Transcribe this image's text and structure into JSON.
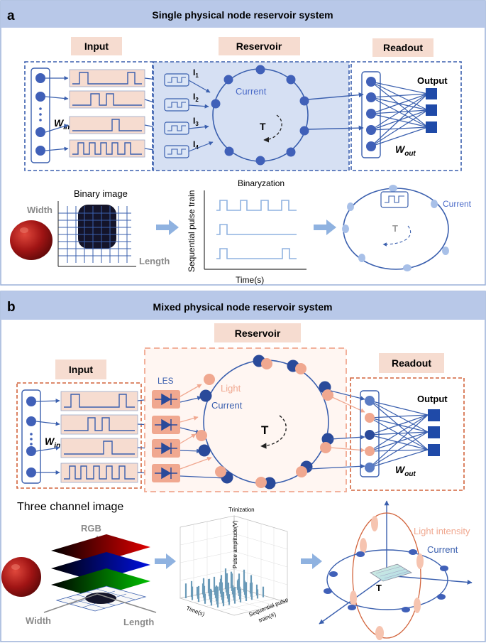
{
  "panel_a": {
    "letter": "a",
    "title": "Single physical node reservoir system",
    "input_label": "Input",
    "reservoir_label": "Reservoir",
    "readout_label": "Readout",
    "win_main": "W",
    "win_sub": "in",
    "currents": [
      {
        "main": "I",
        "sub": "1"
      },
      {
        "main": "I",
        "sub": "2"
      },
      {
        "main": "I",
        "sub": "3"
      },
      {
        "main": "I",
        "sub": "4"
      }
    ],
    "current_label": "Current",
    "t_label": "T",
    "output_label": "Output",
    "wout_main": "W",
    "wout_sub": "out",
    "binary_image_label": "Binary image",
    "width_label": "Width",
    "length_label": "Length",
    "binaryzation_label": "Binaryzation",
    "sequential_label": "Sequential pulse train",
    "time_label": "Time(s)",
    "current_label_2": "Current",
    "t_label_2": "T"
  },
  "panel_b": {
    "letter": "b",
    "title": "Mixed physical node reservoir system",
    "reservoir_label": "Reservoir",
    "input_label": "Input",
    "readout_label": "Readout",
    "les_label": "LES",
    "light_label": "Light",
    "current_label": "Current",
    "t_label": "T",
    "win_main": "W",
    "win_sub": "in",
    "output_label": "Output",
    "wout_main": "W",
    "wout_sub": "out",
    "three_channel_label": "Three channel image",
    "rgb_label": "RGB",
    "width_label": "Width",
    "length_label": "Length",
    "trinization_label": "Trinization",
    "pulse_amp_label": "Pulse amplitude(V)",
    "time_label": "Time(s)",
    "seq_label_1": "Sequential pulse",
    "seq_label_2": "train(#)",
    "light_intensity_label": "Light intensity",
    "current_label_2": "Current",
    "t_label_2": "T"
  },
  "colors": {
    "header_bg": "#b8c8e8",
    "blue": "#3a5fae",
    "node_blue": "#4060b8",
    "dark_navy": "#1f3c8a",
    "pink_box": "#f6dcd0",
    "salmon": "#f0a890",
    "orange_dash": "#d2643c",
    "pink_dash": "#f0a890",
    "reservoir_fill": "#d6e0f3",
    "light_blue": "#8fb2e0",
    "gray_text": "#808080"
  }
}
